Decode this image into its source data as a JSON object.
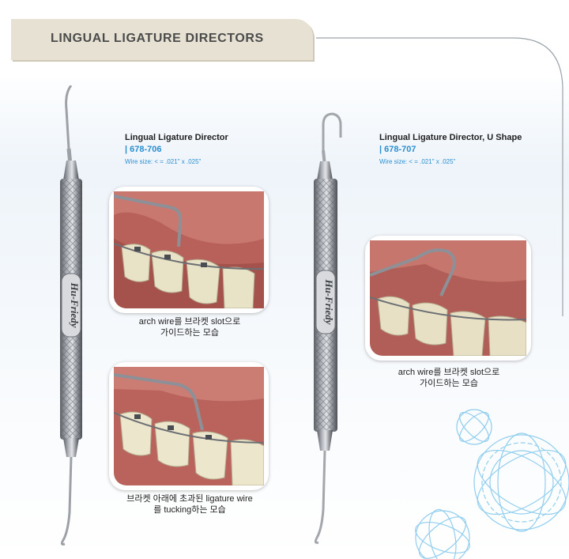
{
  "header": {
    "title": "LINGUAL LIGATURE DIRECTORS"
  },
  "products": [
    {
      "name": "Lingual Ligature Director",
      "code": "| 678-706",
      "wire_size": "Wire size: < = .021\" x .025\"",
      "captions": [
        {
          "line1": "arch wire를 브라켓 slot으로",
          "line2": "가이드하는 모습"
        },
        {
          "line1": "브라켓 아래에 초과된 ligature wire",
          "line2": "를 tucking하는 모습"
        }
      ]
    },
    {
      "name": "Lingual Ligature Director, U Shape",
      "code": "| 678-707",
      "wire_size": "Wire size: < = .021\" x .025\"",
      "captions": [
        {
          "line1": "arch wire를 브라켓 slot으로",
          "line2": "가이드하는 모습"
        }
      ]
    }
  ],
  "brand": {
    "handle_logo": "Hu-Friedy"
  },
  "colors": {
    "accent": "#2a8fd0",
    "header_bg": "#e7e1d4",
    "header_text": "#4b4b4b"
  }
}
